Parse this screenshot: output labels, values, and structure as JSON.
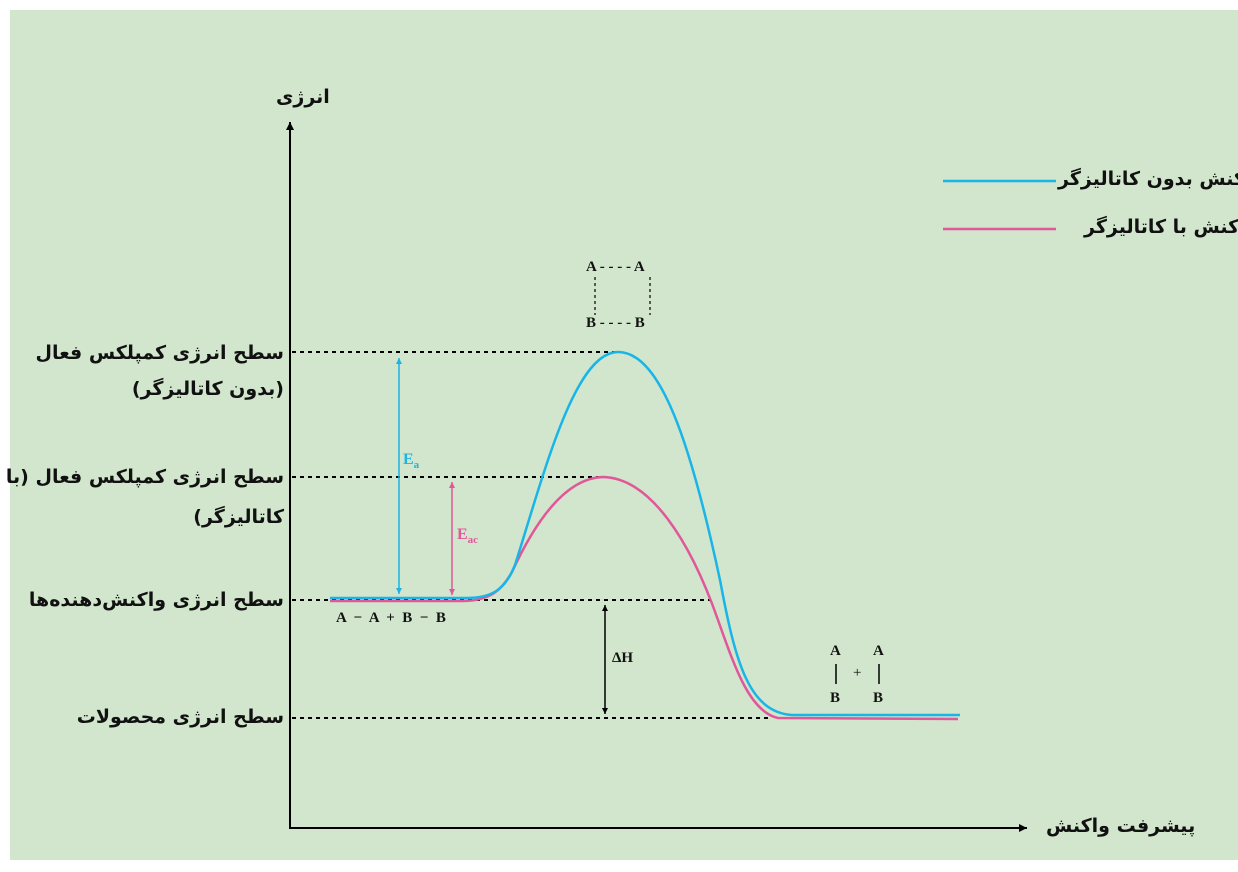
{
  "axes": {
    "y_label": "انرژی",
    "x_label": "پیشرفت واکنش"
  },
  "legend": [
    {
      "label": "واکنش بدون کاتالیزگر",
      "color": "#19b5e8"
    },
    {
      "label": "واکنش با کاتالیزگر",
      "color": "#e0579a"
    }
  ],
  "levels": {
    "complex_uncat": [
      "سطح انرژی کمپلکس فعال",
      "(بدون کاتالیزگر)"
    ],
    "complex_cat": [
      "سطح انرژی کمپلکس فعال (با",
      "کاتالیزگر)"
    ],
    "reactants": "سطح انرژی واکنش‌دهنده‌ها",
    "products": "سطح انرژی محصولات"
  },
  "annotations": {
    "ea_main": "E",
    "ea_sub": "a",
    "eac_main": "E",
    "eac_sub": "ac",
    "delta_h": "ΔH"
  },
  "chemistry": {
    "complex_top": "A - - - - A",
    "complex_bottom": "B - - - - B",
    "reactants": "A  −  A  +  B  −  B",
    "product_a1": "A",
    "product_b1": "B",
    "product_plus": "+",
    "product_a2": "A",
    "product_b2": "B"
  },
  "colors": {
    "background": "#d1e6cc",
    "uncatalyzed": "#19b5e8",
    "catalyzed": "#e0579a",
    "axis": "#000000"
  }
}
